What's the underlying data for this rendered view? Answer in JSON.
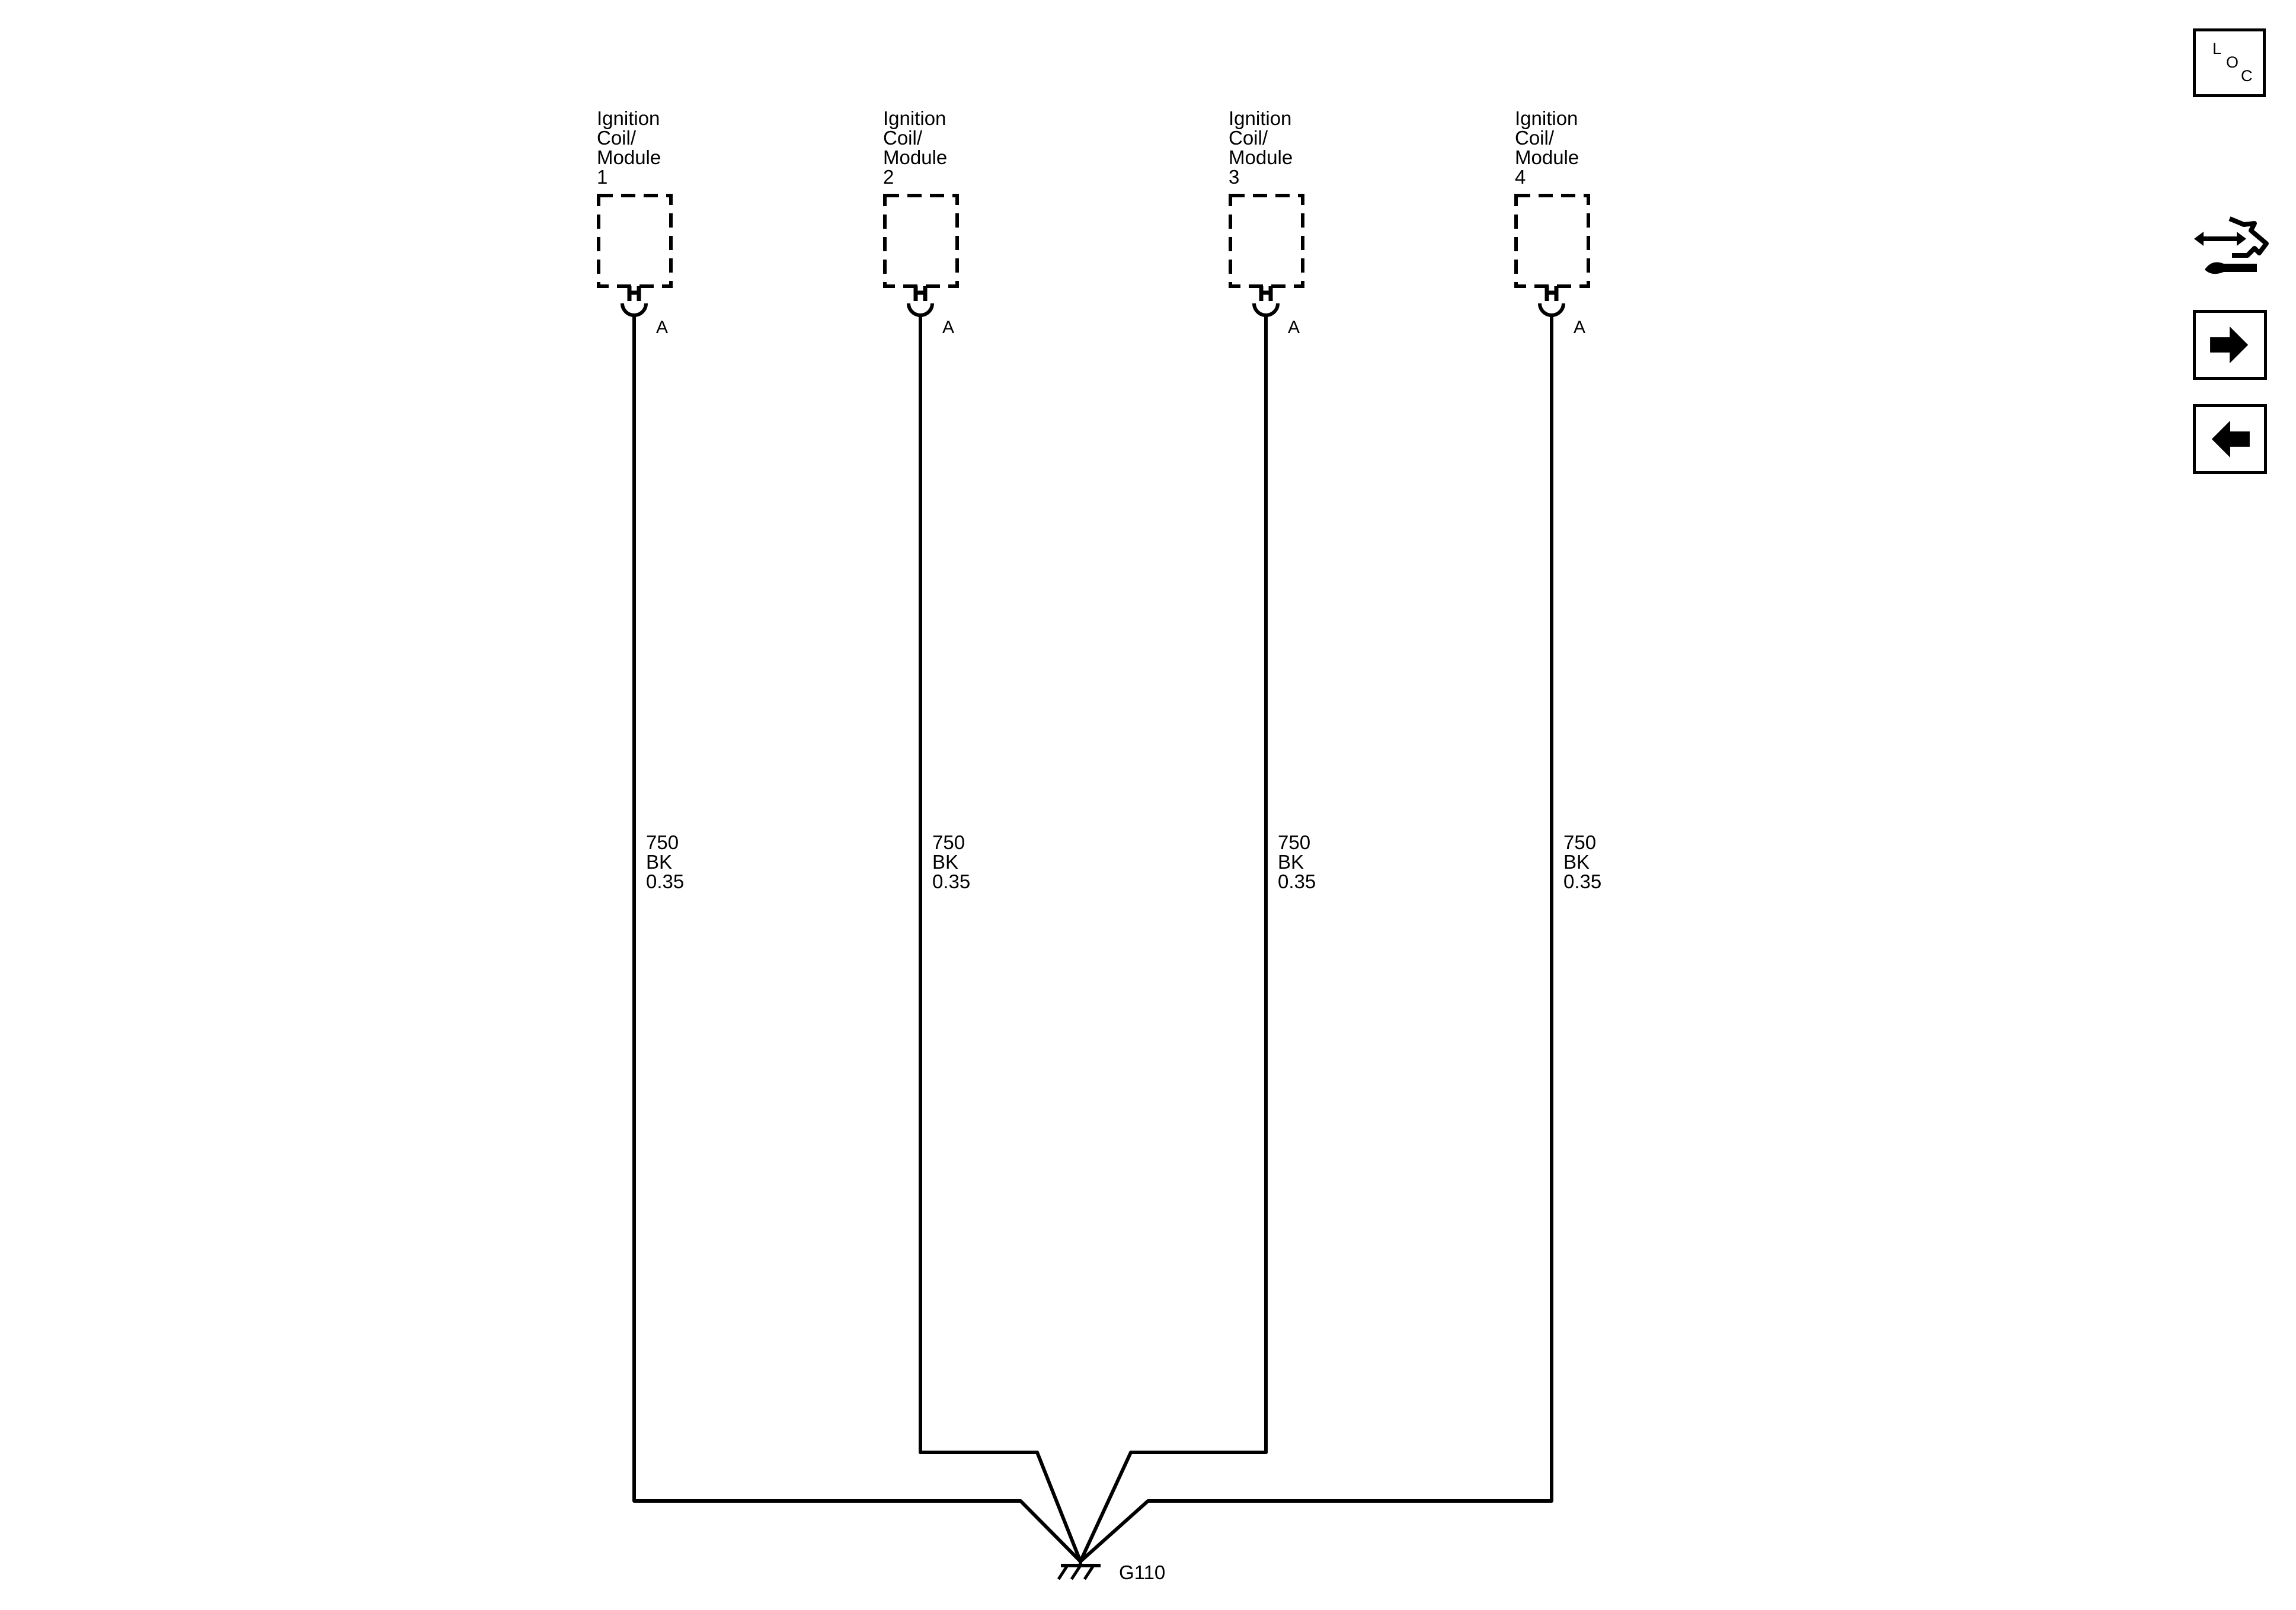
{
  "modules": [
    {
      "name_lines": [
        "Ignition",
        "Coil/",
        "Module",
        "1"
      ],
      "pin": "A",
      "circuit": "750",
      "color": "BK",
      "gauge": "0.35"
    },
    {
      "name_lines": [
        "Ignition",
        "Coil/",
        "Module",
        "2"
      ],
      "pin": "A",
      "circuit": "750",
      "color": "BK",
      "gauge": "0.35"
    },
    {
      "name_lines": [
        "Ignition",
        "Coil/",
        "Module",
        "3"
      ],
      "pin": "A",
      "circuit": "750",
      "color": "BK",
      "gauge": "0.35"
    },
    {
      "name_lines": [
        "Ignition",
        "Coil/",
        "Module",
        "4"
      ],
      "pin": "A",
      "circuit": "750",
      "color": "BK",
      "gauge": "0.35"
    }
  ],
  "ground": {
    "label": "G110"
  },
  "side_buttons": {
    "loc": {
      "letters": [
        "L",
        "O",
        "C"
      ]
    },
    "icons": [
      "component-connector-icon",
      "arrow-right-icon",
      "arrow-left-icon"
    ]
  }
}
